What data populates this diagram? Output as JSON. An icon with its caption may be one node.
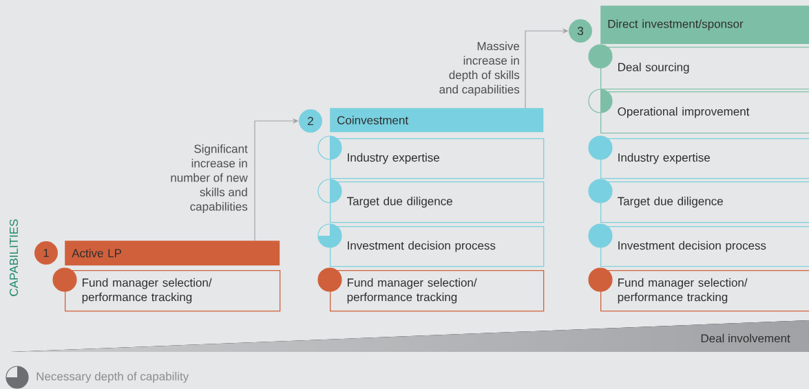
{
  "diagram": {
    "nodes": [
      {
        "text": [
          "1"
        ]
      },
      {
        "text": [
          "Active LP"
        ]
      },
      {
        "text": [
          "Fund manager selection/ performance tracking"
        ]
      },
      {
        "text": [
          "2"
        ]
      },
      {
        "text": [
          "Coinvestment"
        ]
      },
      {
        "text": [
          "Industry expertise"
        ]
      },
      {
        "text": [
          "Target due diligence"
        ]
      },
      {
        "text": [
          "Investment decision process"
        ]
      },
      {
        "text": [
          "Fund manager selection/ performance tracking"
        ]
      },
      {
        "text": [
          "3"
        ]
      },
      {
        "text": [
          "Direct investment/sponsor"
        ]
      },
      {
        "text": [
          "Deal sourcing"
        ]
      },
      {
        "text": [
          "Operational improvement"
        ]
      },
      {
        "text": [
          "Industry expertise"
        ]
      },
      {
        "text": [
          "Target due diligence"
        ]
      },
      {
        "text": [
          "Investment decision process"
        ]
      },
      {
        "text": [
          "Fund manager selection/ performance tracking"
        ]
      }
    ],
    "edges": [
      {
        "from": 1,
        "to": 3,
        "arrow": "to",
        "label": "Significant increase in number of new skills and capabilities"
      },
      {
        "from": 4,
        "to": 9,
        "arrow": "to",
        "label": "Massive increase in depth of skills and capabilities"
      }
    ],
    "labels": [
      "CAPABILITIES",
      "Deal involvement"
    ],
    "legend": [
      {
        "text": "Necessary depth of capability"
      }
    ]
  }
}
